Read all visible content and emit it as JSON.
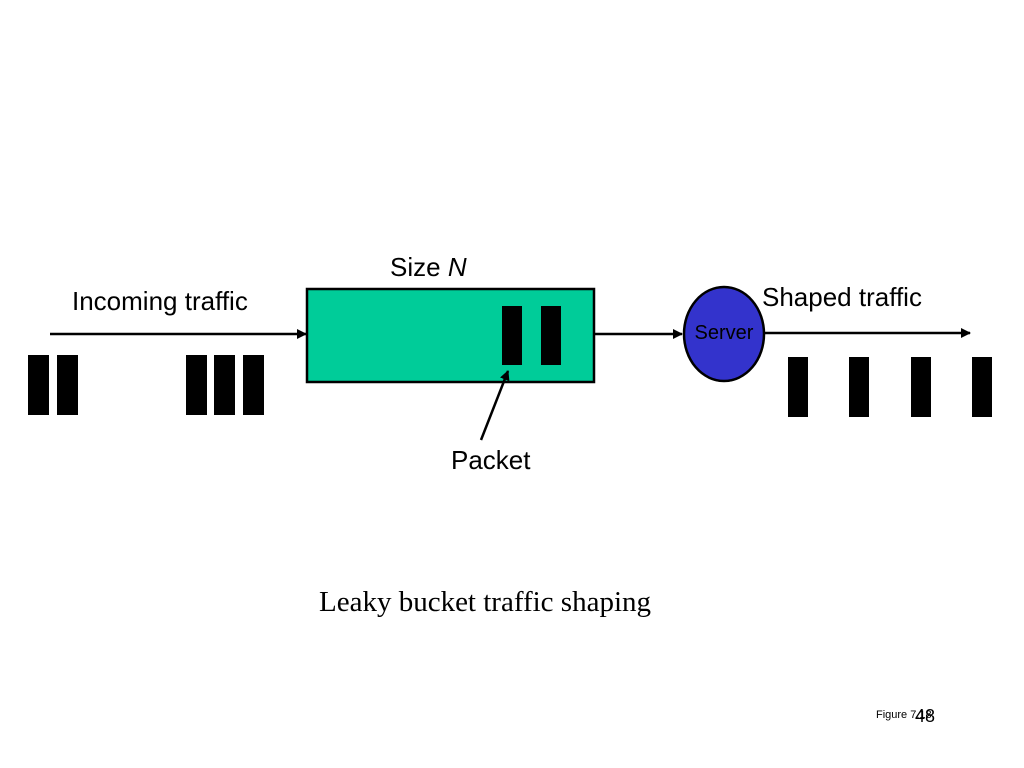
{
  "colors": {
    "bucket_fill": "#00cc99",
    "server_fill": "#3333cc",
    "packet": "#000000",
    "line": "#000000"
  },
  "labels": {
    "size_prefix": "Size",
    "size_var": "N",
    "incoming": "Incoming traffic",
    "shaped": "Shaped traffic",
    "server": "Server",
    "packet": "Packet",
    "caption": "Leaky bucket traffic shaping",
    "figure_ref": "Figure 7.18",
    "page_number": "48"
  },
  "icons": {
    "bucket": "leaky-bucket-box",
    "server": "server-circle",
    "packet": "packet-bar"
  }
}
